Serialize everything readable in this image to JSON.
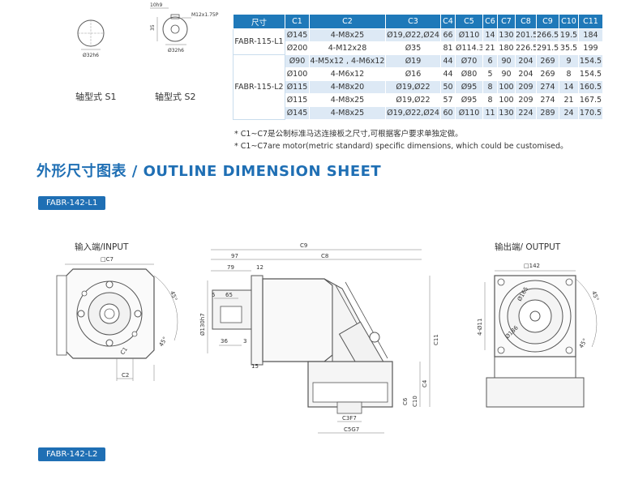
{
  "shafts": {
    "s1": {
      "label": "轴型式 S1",
      "diameter": "Ø32h6"
    },
    "s2": {
      "label": "轴型式 S2",
      "diameter": "Ø32h6",
      "key_width": "10h9",
      "length": "35",
      "thread": "M12x1.75P"
    }
  },
  "table": {
    "headers": [
      "尺寸",
      "C1",
      "C2",
      "C3",
      "C4",
      "C5",
      "C6",
      "C7",
      "C8",
      "C9",
      "C10",
      "C11"
    ],
    "groups": [
      {
        "model": "FABR-115-L1",
        "rows": [
          [
            "Ø145",
            "4-M8x25",
            "Ø19,Ø22,Ø24",
            "66",
            "Ø110",
            "14",
            "130",
            "201.5",
            "266.5",
            "19.5",
            "184"
          ],
          [
            "Ø200",
            "4-M12x28",
            "Ø35",
            "81",
            "Ø114.3",
            "21",
            "180",
            "226.5",
            "291.5",
            "35.5",
            "199"
          ]
        ]
      },
      {
        "model": "FABR-115-L2",
        "rows": [
          [
            "Ø90",
            "4-M5x12 , 4-M6x12",
            "Ø19",
            "44",
            "Ø70",
            "6",
            "90",
            "204",
            "269",
            "9",
            "154.5"
          ],
          [
            "Ø100",
            "4-M6x12",
            "Ø16",
            "44",
            "Ø80",
            "5",
            "90",
            "204",
            "269",
            "8",
            "154.5"
          ],
          [
            "Ø115",
            "4-M8x20",
            "Ø19,Ø22",
            "50",
            "Ø95",
            "8",
            "100",
            "209",
            "274",
            "14",
            "160.5"
          ],
          [
            "Ø115",
            "4-M8x25",
            "Ø19,Ø22",
            "57",
            "Ø95",
            "8",
            "100",
            "209",
            "274",
            "21",
            "167.5"
          ],
          [
            "Ø145",
            "4-M8x25",
            "Ø19,Ø22,Ø24",
            "60",
            "Ø110",
            "11",
            "130",
            "224",
            "289",
            "24",
            "170.5"
          ]
        ]
      }
    ]
  },
  "notes": [
    "* C1~C7是公制标准马达连接板之尺寸,可根据客户要求单独定做。",
    "* C1~C7are motor(metric standard)  specific dimensions, which could be customised。"
  ],
  "section_title": "外形尺寸图表 / OUTLINE DIMENSION SHEET",
  "badges": {
    "l1": "FABR-142-L1",
    "l2": "FABR-142-L2"
  },
  "views": {
    "input": {
      "label": "输入端/INPUT",
      "c7": "□C7",
      "c2": "C2",
      "c1": "C1",
      "angle_45": "45°",
      "angle_45b": "45°"
    },
    "side": {
      "c9": "C9",
      "c8": "C8",
      "d97": "97",
      "d79": "79",
      "d12": "12",
      "d5": "5",
      "d65": "65",
      "d36": "36",
      "d3": "3",
      "d15": "15",
      "d130": "Ø130h7",
      "c11": "C11",
      "c4": "C4",
      "c6": "C6",
      "c10": "C10",
      "c3": "C3F7",
      "c5": "C5G7"
    },
    "output": {
      "label": "输出端/ OUTPUT",
      "d142": "□142",
      "d11": "4-Ø11",
      "d165": "Ø165",
      "d186": "Ø186",
      "angle_45": "45°",
      "angle_45b": "45°"
    }
  },
  "colors": {
    "accent": "#1f6fb4",
    "table_header": "#1f79b9",
    "row_alt": "#dde9f5"
  }
}
